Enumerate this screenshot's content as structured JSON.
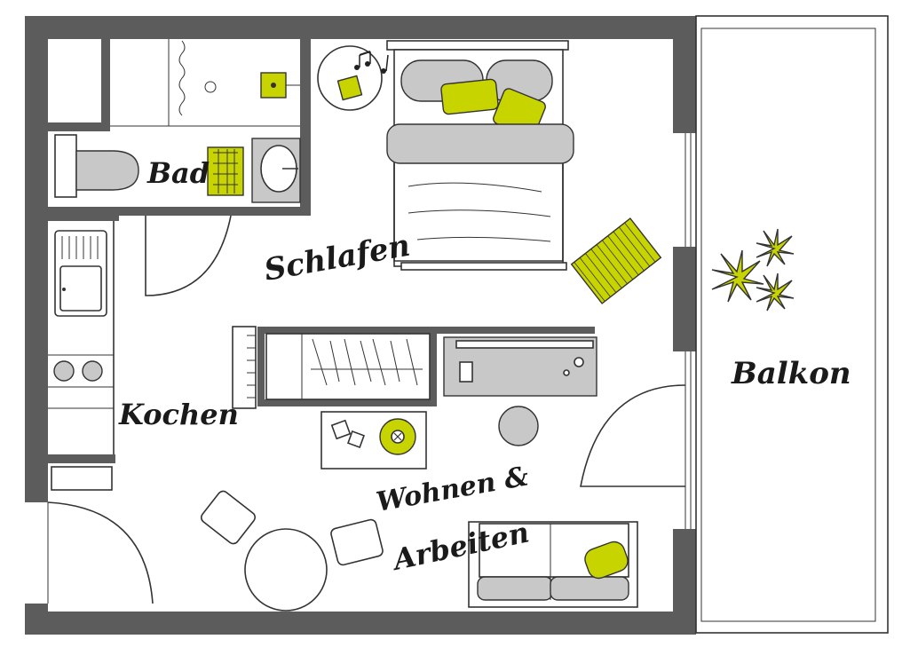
{
  "rooms": {
    "bath": "Bad",
    "sleep": "Schlafen",
    "kitchen": "Kochen",
    "living_line1": "Wohnen &",
    "living_line2": "Arbeiten",
    "balcony": "Balkon"
  },
  "colors": {
    "wall": "#5c5c5c",
    "accent": "#c8d400",
    "furniture": "#c8c8c8",
    "line": "#333333"
  },
  "icons": [
    "music-notes-icon",
    "plant-icon",
    "rug-icon",
    "pillow-icon"
  ]
}
